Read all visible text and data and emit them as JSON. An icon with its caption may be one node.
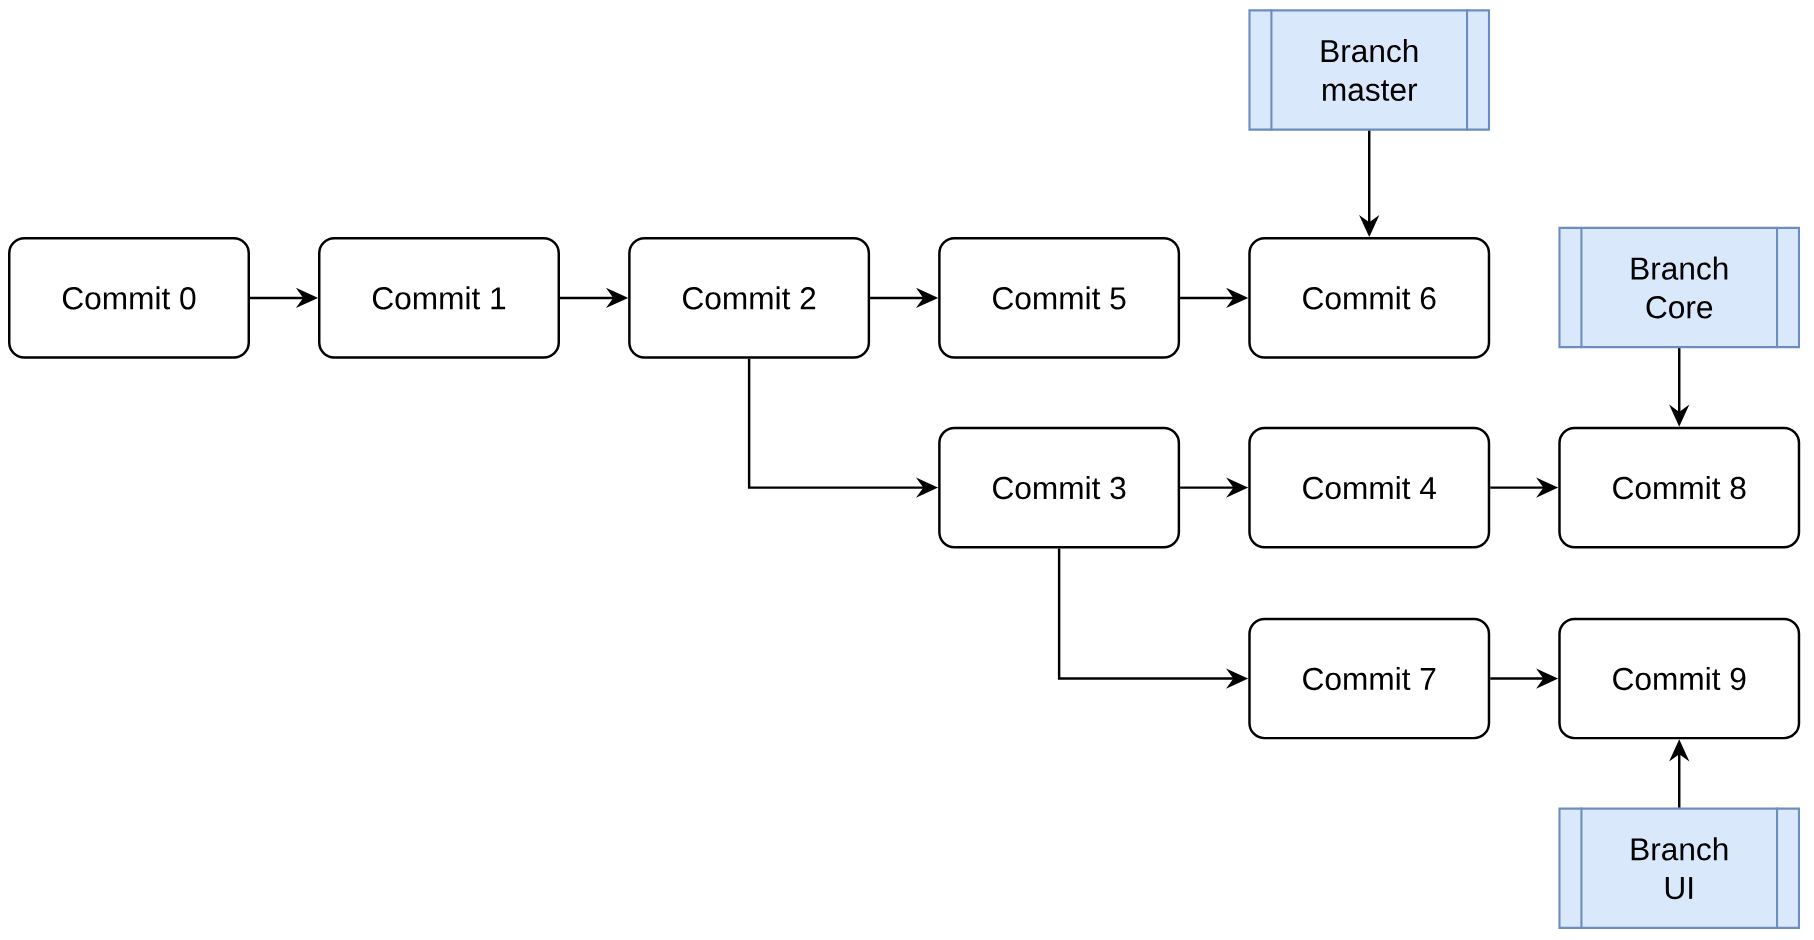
{
  "diagram": {
    "nodes": [
      {
        "text": [
          "Branch master"
        ]
      },
      {
        "text": [
          "Commit 0"
        ]
      },
      {
        "text": [
          "Commit 1"
        ]
      },
      {
        "text": [
          "Commit 2"
        ]
      },
      {
        "text": [
          "Commit 5"
        ]
      },
      {
        "text": [
          "Commit 6"
        ]
      },
      {
        "text": [
          "Branch Core"
        ]
      },
      {
        "text": [
          "Commit 3"
        ]
      },
      {
        "text": [
          "Commit 4"
        ]
      },
      {
        "text": [
          "Commit 8"
        ]
      },
      {
        "text": [
          "Commit 7"
        ]
      },
      {
        "text": [
          "Commit 9"
        ]
      },
      {
        "text": [
          "Branch UI"
        ]
      }
    ],
    "edges": [
      {
        "from": 1,
        "to": 2,
        "arrow": "to"
      },
      {
        "from": 2,
        "to": 3,
        "arrow": "to"
      },
      {
        "from": 3,
        "to": 4,
        "arrow": "to"
      },
      {
        "from": 4,
        "to": 5,
        "arrow": "to"
      },
      {
        "from": 0,
        "to": 5,
        "arrow": "to"
      },
      {
        "from": 3,
        "to": 7,
        "arrow": "to"
      },
      {
        "from": 7,
        "to": 8,
        "arrow": "to"
      },
      {
        "from": 8,
        "to": 9,
        "arrow": "to"
      },
      {
        "from": 6,
        "to": 9,
        "arrow": "to"
      },
      {
        "from": 7,
        "to": 10,
        "arrow": "to"
      },
      {
        "from": 10,
        "to": 11,
        "arrow": "to"
      },
      {
        "from": 12,
        "to": 11,
        "arrow": "to"
      }
    ]
  }
}
